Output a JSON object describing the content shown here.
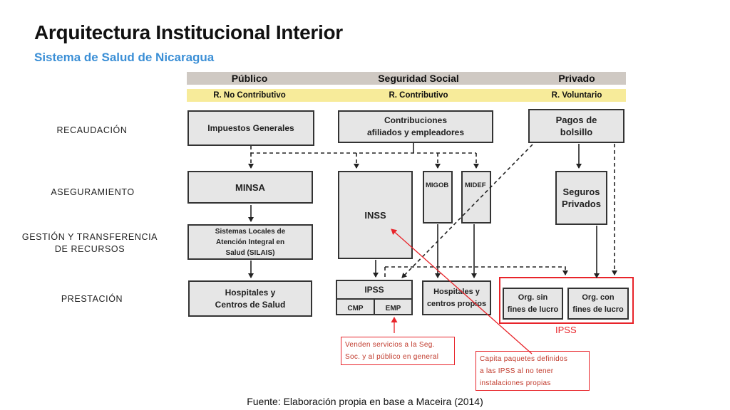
{
  "title": "Arquitectura Institucional Interior",
  "subtitle": "Sistema de Salud de Nicaragua",
  "sectors": [
    "Público",
    "Seguridad Social",
    "Privado"
  ],
  "regimes": [
    "R. No Contributivo",
    "R. Contributivo",
    "R. Voluntario"
  ],
  "rows": {
    "recaudacion": "RECAUDACIÓN",
    "aseguramiento": "ASEGURAMIENTO",
    "gestion_1": "GESTIÓN Y TRANSFERENCIA",
    "gestion_2": "DE RECURSOS",
    "prestacion": "PRESTACIÓN"
  },
  "boxes": {
    "impuestos": "Impuestos Generales",
    "contribuciones_1": "Contribuciones",
    "contribuciones_2": "afiliados y empleadores",
    "pagos_1": "Pagos de",
    "pagos_2": "bolsillo",
    "minsa": "MINSA",
    "inss": "INSS",
    "migob": "MIGOB",
    "midef": "MIDEF",
    "seguros_1": "Seguros",
    "seguros_2": "Privados",
    "silais_1": "Sistemas Locales de",
    "silais_2": "Atención Integral en",
    "silais_3": "Salud (SILAIS)",
    "hospitales_1": "Hospitales y",
    "hospitales_2": "Centros de Salud",
    "ipss": "IPSS",
    "cmp": "CMP",
    "emp": "EMP",
    "hosp_propios_1": "Hospitales y",
    "hosp_propios_2": "centros propios",
    "org_sin_1": "Org. sin",
    "org_sin_2": "fines de lucro",
    "org_con_1": "Org. con",
    "org_con_2": "fines de lucro"
  },
  "ipss_group_label": "IPSS",
  "notes": {
    "venden_1": "Venden servicios  a la Seg.",
    "venden_2": "Soc. y al público en general",
    "capita_1": "Capita paquetes definidos",
    "capita_2": "a las IPSS al no tener",
    "capita_3": "instalaciones propias"
  },
  "source": "Fuente: Elaboración propia en base a Maceira (2014)",
  "colors": {
    "accent_blue": "#3b8fd6",
    "red": "#e8242a",
    "header_band": "#cfc9c3",
    "regime_band": "#f7eb9a",
    "box_fill": "#e6e6e6"
  }
}
